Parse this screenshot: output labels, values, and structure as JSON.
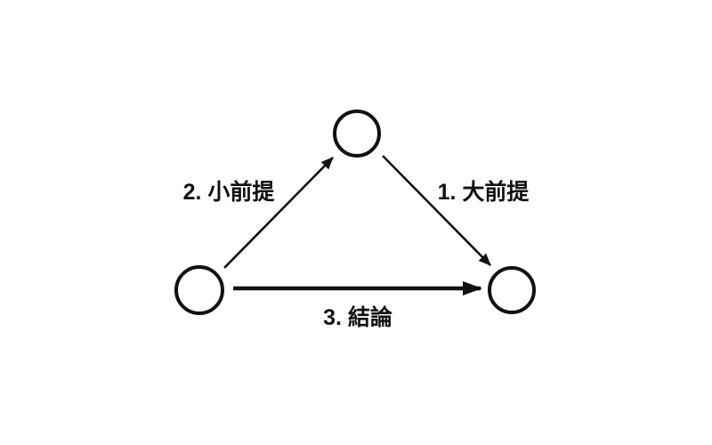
{
  "diagram": {
    "type": "syllogism-triangle",
    "colors": {
      "background": "#ffffff",
      "ink": "#111111"
    },
    "nodes": [
      {
        "name": "top",
        "label": ""
      },
      {
        "name": "bottom-left",
        "label": ""
      },
      {
        "name": "bottom-right",
        "label": ""
      }
    ],
    "edges": [
      {
        "name": "major-premise",
        "label": "1. 大前提",
        "from": "top",
        "to": "bottom-right",
        "weight": "thin"
      },
      {
        "name": "minor-premise",
        "label": "2. 小前提",
        "from": "bottom-left",
        "to": "top",
        "weight": "thin"
      },
      {
        "name": "conclusion",
        "label": "3. 結論",
        "from": "bottom-left",
        "to": "bottom-right",
        "weight": "thick"
      }
    ]
  }
}
